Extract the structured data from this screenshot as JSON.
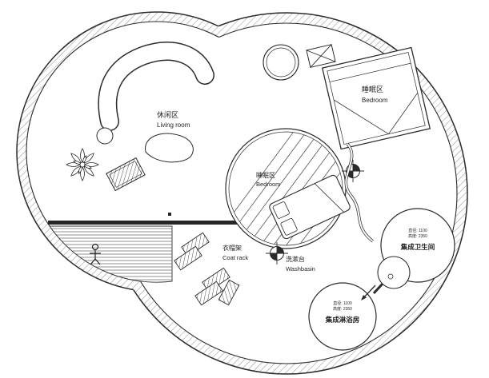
{
  "plan": {
    "living_room": {
      "zh": "休闲区",
      "en": "Living room"
    },
    "bedroom_main": {
      "zh": "睡眠区",
      "en": "Bedroom"
    },
    "bedroom_pod": {
      "zh": "睡眠区",
      "en": "Bedroom"
    },
    "coat_rack": {
      "zh": "衣帽架",
      "en": "Coat rack"
    },
    "washbasin": {
      "zh": "洗漱台",
      "en": "Washbasin"
    },
    "bathroom_unit": {
      "spec_line1": "直径: 1100",
      "spec_line2": "高度: 2350",
      "name": "集成卫生间"
    },
    "shower_unit": {
      "spec_line1": "直径: 1100",
      "spec_line2": "高度: 2350",
      "name": "集成淋浴房"
    },
    "colors": {
      "line": "#2b2b2b",
      "wall_hatch": "#8f8f8f",
      "background": "#ffffff"
    }
  }
}
